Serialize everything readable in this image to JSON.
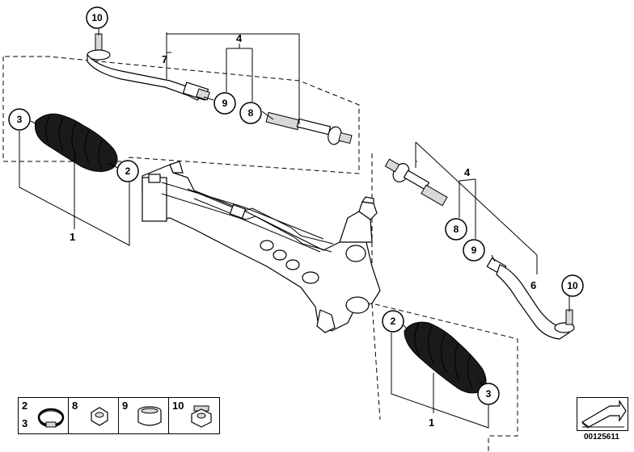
{
  "callouts": {
    "c10_top": "10",
    "c9_top": "9",
    "c8_top": "8",
    "c3_left": "3",
    "c2_left": "2",
    "c2_bottom": "2",
    "c8_right": "8",
    "c9_right": "9",
    "c10_right": "10",
    "c3_bottom": "3"
  },
  "labels": {
    "l4_top": "4",
    "l7": "7",
    "l1_left": "1",
    "l4_right": "4",
    "l6": "6",
    "l1_bottom": "1"
  },
  "legend": {
    "cells": [
      {
        "numbers": [
          "2",
          "3"
        ],
        "icon": "hose-clamp-icon"
      },
      {
        "numbers": [
          "8"
        ],
        "icon": "hex-nut-icon"
      },
      {
        "numbers": [
          "9"
        ],
        "icon": "sleeve-ring-icon"
      },
      {
        "numbers": [
          "10"
        ],
        "icon": "self-locking-nut-icon"
      }
    ]
  },
  "logo_icon": "arrow-logo-icon",
  "document_number": "00125611"
}
